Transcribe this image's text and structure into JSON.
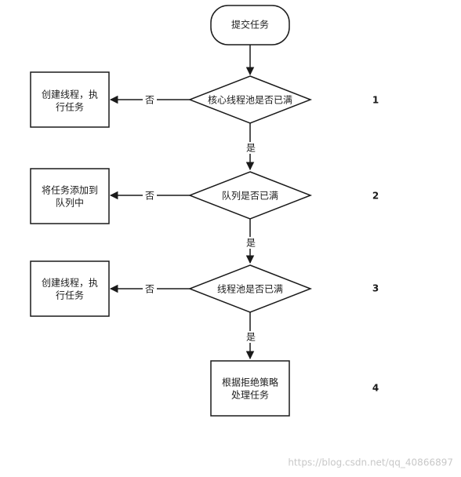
{
  "nodes": {
    "start": "提交任务",
    "decision1": "核心线程池是否已满",
    "decision2": "队列是否已满",
    "decision3": "线程池是否已满",
    "action1": [
      "创建线程，执",
      "行任务"
    ],
    "action2": [
      "将任务添加到",
      "队列中"
    ],
    "action3": [
      "创建线程，执",
      "行任务"
    ],
    "action4": [
      "根据拒绝策略",
      "处理任务"
    ]
  },
  "edge_labels": {
    "yes": "是",
    "no": "否"
  },
  "steps": [
    "1",
    "2",
    "3",
    "4"
  ],
  "watermark": "https://blog.csdn.net/qq_40866897",
  "colors": {
    "stroke": "#1a1a1a",
    "text": "#1a1a1a",
    "watermark": "#c8c8c8",
    "background": "#ffffff"
  }
}
